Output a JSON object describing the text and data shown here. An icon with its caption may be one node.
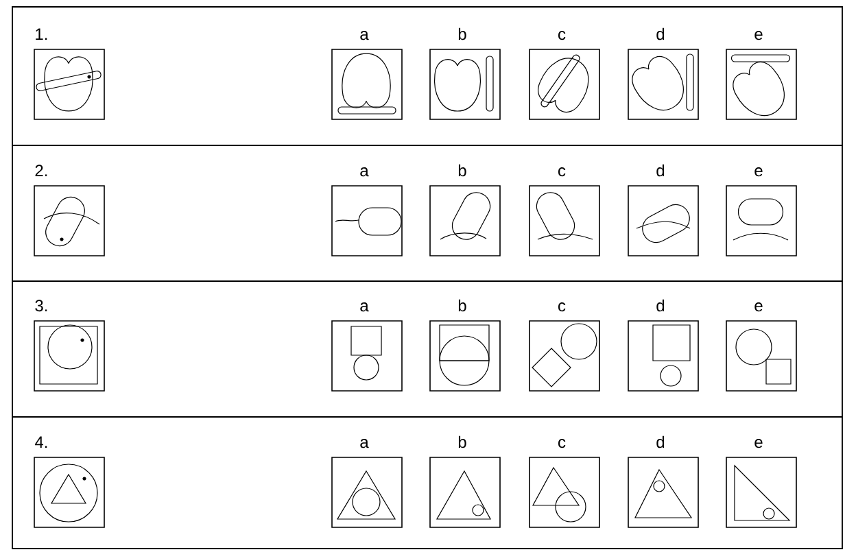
{
  "diagram": {
    "nodes": [
      {
        "text": [],
        "shape": "box",
        "beside": [
          "1."
        ]
      },
      {
        "text": [],
        "shape": "box",
        "beside": [
          "a"
        ]
      },
      {
        "text": [],
        "shape": "box",
        "beside": [
          "b"
        ]
      },
      {
        "text": [],
        "shape": "box",
        "beside": [
          "c"
        ]
      },
      {
        "text": [],
        "shape": "box",
        "beside": [
          "d"
        ]
      },
      {
        "text": [],
        "shape": "box",
        "beside": [
          "e"
        ]
      },
      {
        "text": [],
        "shape": "box",
        "beside": [
          "2."
        ]
      },
      {
        "text": [],
        "shape": "box",
        "beside": [
          "a"
        ]
      },
      {
        "text": [],
        "shape": "box",
        "beside": [
          "b"
        ]
      },
      {
        "text": [],
        "shape": "box",
        "beside": [
          "c"
        ]
      },
      {
        "text": [],
        "shape": "box",
        "beside": [
          "d"
        ]
      },
      {
        "text": [],
        "shape": "box",
        "beside": [
          "e"
        ]
      },
      {
        "text": [],
        "shape": "box",
        "beside": [
          "3."
        ]
      },
      {
        "text": [],
        "shape": "box",
        "beside": [
          "a"
        ]
      },
      {
        "text": [],
        "shape": "box",
        "beside": [
          "b"
        ]
      },
      {
        "text": [],
        "shape": "box",
        "beside": [
          "c"
        ]
      },
      {
        "text": [],
        "shape": "box",
        "beside": [
          "d"
        ]
      },
      {
        "text": [],
        "shape": "box",
        "beside": [
          "e"
        ]
      },
      {
        "text": [],
        "shape": "box",
        "beside": [
          "4."
        ]
      },
      {
        "text": [],
        "shape": "box",
        "beside": [
          "a"
        ]
      },
      {
        "text": [],
        "shape": "box",
        "beside": [
          "b"
        ]
      },
      {
        "text": [],
        "shape": "box",
        "beside": [
          "c"
        ]
      },
      {
        "text": [],
        "shape": "box",
        "beside": [
          "d"
        ]
      },
      {
        "text": [],
        "shape": "box",
        "beside": [
          "e"
        ]
      }
    ]
  }
}
